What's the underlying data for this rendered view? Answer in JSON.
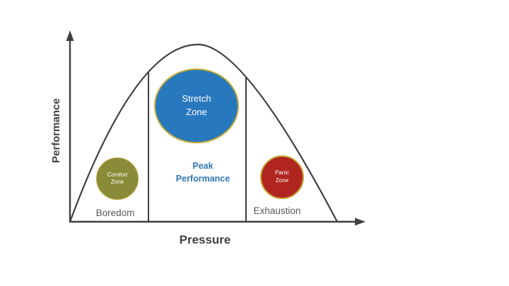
{
  "axes": {
    "y_label": "Performance",
    "x_label": "Pressure"
  },
  "zones": {
    "comfort": {
      "label": "Comfort\nZone"
    },
    "stretch": {
      "label": "Stretch\nZone"
    },
    "panic": {
      "label": "Panic\nZone"
    }
  },
  "regions": {
    "boredom": "Boredom",
    "peak": "Peak\nPerformance",
    "exhaustion": "Exhaustion"
  },
  "colors": {
    "comfort_fill": "#8a8b39",
    "stretch_fill": "#2878be",
    "panic_fill": "#b0261f",
    "circle_border": "#c2a93a",
    "peak_text": "#2e75b6",
    "line": "#3f3f3f",
    "region_text": "#595959",
    "axis_text": "#404040"
  }
}
